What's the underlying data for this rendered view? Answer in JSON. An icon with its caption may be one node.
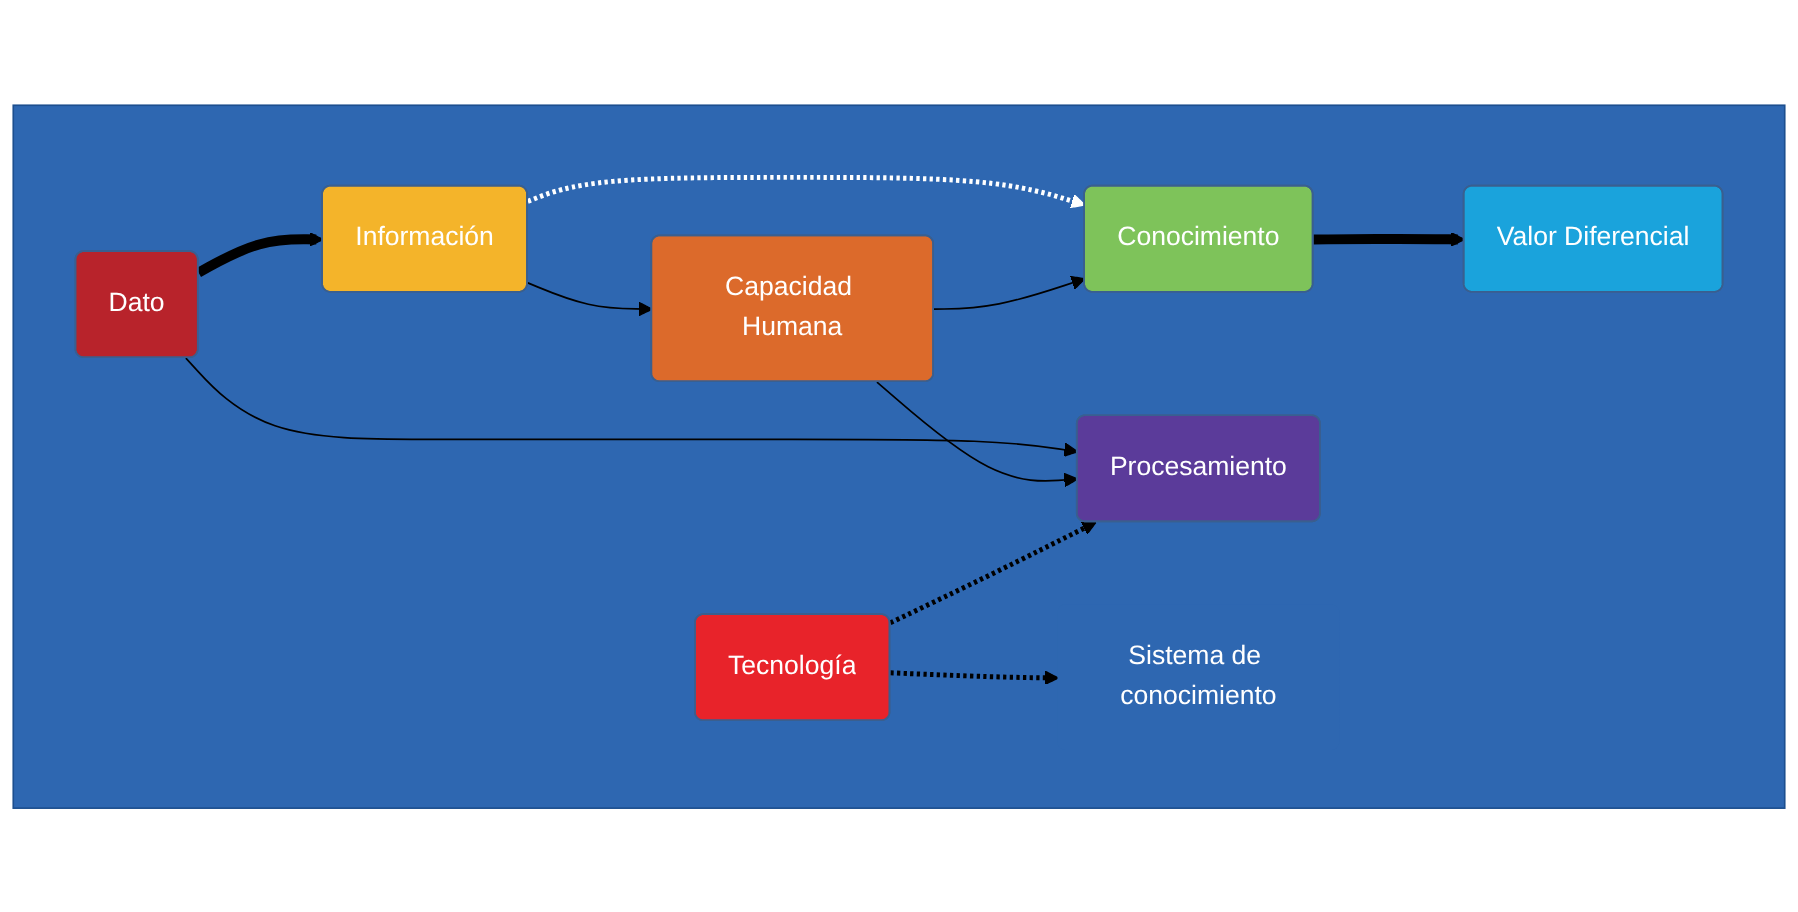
{
  "diagram": {
    "nodes": [
      {
        "text": [],
        "shape": "box"
      },
      {
        "text": [
          "Dato"
        ],
        "in": 0
      },
      {
        "text": [
          "Información"
        ],
        "in": 0
      },
      {
        "text": [
          "Conocimiento"
        ],
        "in": 0
      },
      {
        "text": [
          "Valor Diferencial"
        ],
        "in": 0
      },
      {
        "text": [
          "Procesamiento"
        ],
        "in": 0
      },
      {
        "text": [
          "Tecnología"
        ],
        "in": 0
      },
      {
        "text": [
          "Sistema de conocimiento"
        ],
        "in": 0
      },
      {
        "text": [
          "Capacidad Humana"
        ],
        "in": 0
      }
    ],
    "edges": [
      {
        "from": 1,
        "to": 2,
        "arrow": "to",
        "style": "thick"
      },
      {
        "from": 2,
        "to": 3,
        "arrow": "to",
        "style": "dashed",
        "color": "#ffffff"
      },
      {
        "from": 3,
        "to": 4,
        "arrow": "to",
        "style": "thick"
      },
      {
        "from": 1,
        "to": 5,
        "arrow": "to"
      },
      {
        "from": 2,
        "to": 8,
        "arrow": "to"
      },
      {
        "from": 8,
        "to": 5,
        "arrow": "to"
      },
      {
        "from": 8,
        "to": 3,
        "arrow": "to"
      },
      {
        "from": 6,
        "to": 5,
        "arrow": "to",
        "style": "dashed"
      },
      {
        "from": 6,
        "to": 7,
        "arrow": "to",
        "style": "dashed"
      }
    ]
  }
}
